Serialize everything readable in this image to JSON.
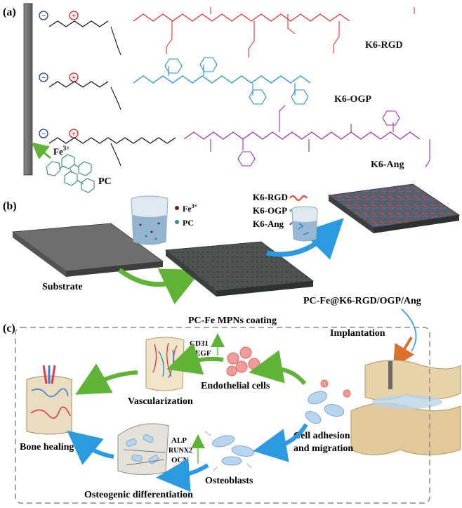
{
  "panels": {
    "a": "(a)",
    "b": "(b)",
    "c": "(c)"
  },
  "panel_a": {
    "rows": [
      {
        "name": "K6-RGD",
        "color": "#e8322b"
      },
      {
        "name": "K6-OGP",
        "color": "#1f8fd6"
      },
      {
        "name": "K6-Ang",
        "color": "#9b2fa8"
      }
    ],
    "iron": "Fe",
    "iron_charge": "3+",
    "pc": "PC",
    "chain_color": "#111111",
    "charge_neg": "−",
    "charge_pos": "+"
  },
  "panel_b": {
    "substrate": "Substrate",
    "mpn": "PC-Fe MPNs coating",
    "final": "PC-Fe@K6-RGD/OGP/Ang",
    "beaker1_fe": "Fe",
    "beaker1_fe_charge": "3+",
    "beaker1_pc": "PC",
    "peptides": [
      "K6-RGD",
      "K6-OGP",
      "K6-Ang"
    ],
    "implantation": "Implantation",
    "arrow_color": "#5fb336",
    "blue_arrow_color": "#2b9ae0"
  },
  "panel_c": {
    "bone_healing": "Bone healing",
    "vascularization": "Vascularization",
    "endothelial": "Endothelial cells",
    "cd31": "CD31",
    "vegf": "VEGF",
    "adhesion_1": "Cell adhesion",
    "adhesion_2": "and migration",
    "osteoblasts": "Osteoblasts",
    "alp": "ALP",
    "runx2": "RUNX2",
    "ocn": "OCN",
    "osteo_diff": "Osteogenic differentiation"
  }
}
